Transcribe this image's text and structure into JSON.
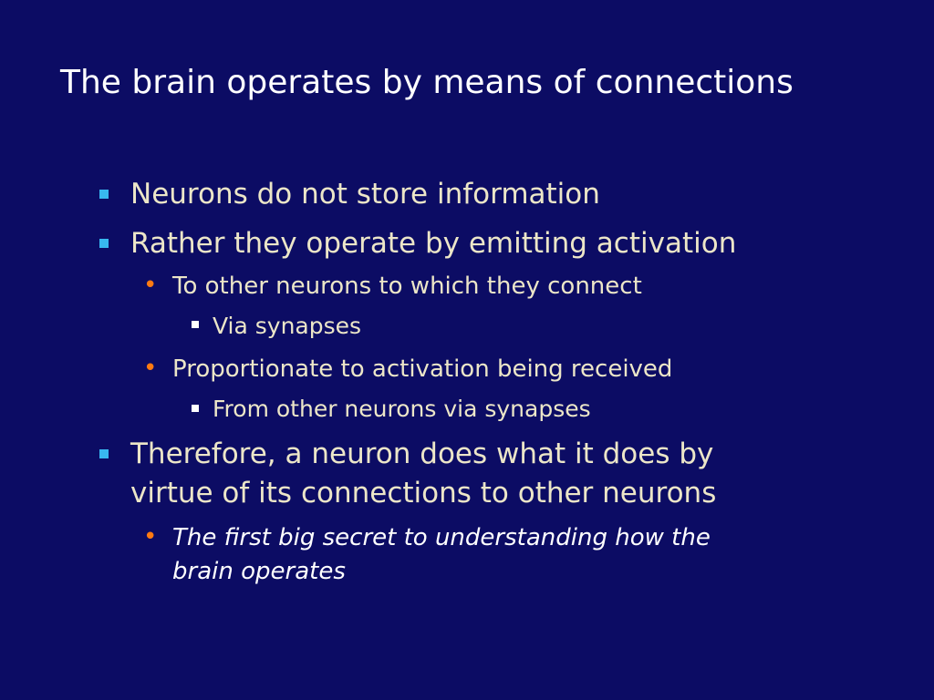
{
  "slide": {
    "title": "The brain operates by means of connections",
    "bullets": [
      {
        "level": 1,
        "text": "Neurons do not store information"
      },
      {
        "level": 1,
        "text": "Rather they operate by emitting activation"
      },
      {
        "level": 2,
        "text": "To other neurons to which they connect"
      },
      {
        "level": 3,
        "text": "Via synapses"
      },
      {
        "level": 2,
        "text": "Proportionate to activation being received"
      },
      {
        "level": 3,
        "text": "From other neurons via synapses"
      },
      {
        "level": 1,
        "text_line1": "Therefore, a neuron does what it does by",
        "text_line2": "virtue of its connections to other neurons"
      },
      {
        "level": 2,
        "emphasis": true,
        "text_line1": "The first big secret to understanding how the",
        "text_line2": "brain operates"
      }
    ]
  },
  "colors": {
    "background": "#0c0c64",
    "title": "#ffffff",
    "body_text": "#ece6c8",
    "level1_bullet": "#38b8f0",
    "level2_bullet": "#ff7a12",
    "level3_bullet": "#ffffff"
  }
}
